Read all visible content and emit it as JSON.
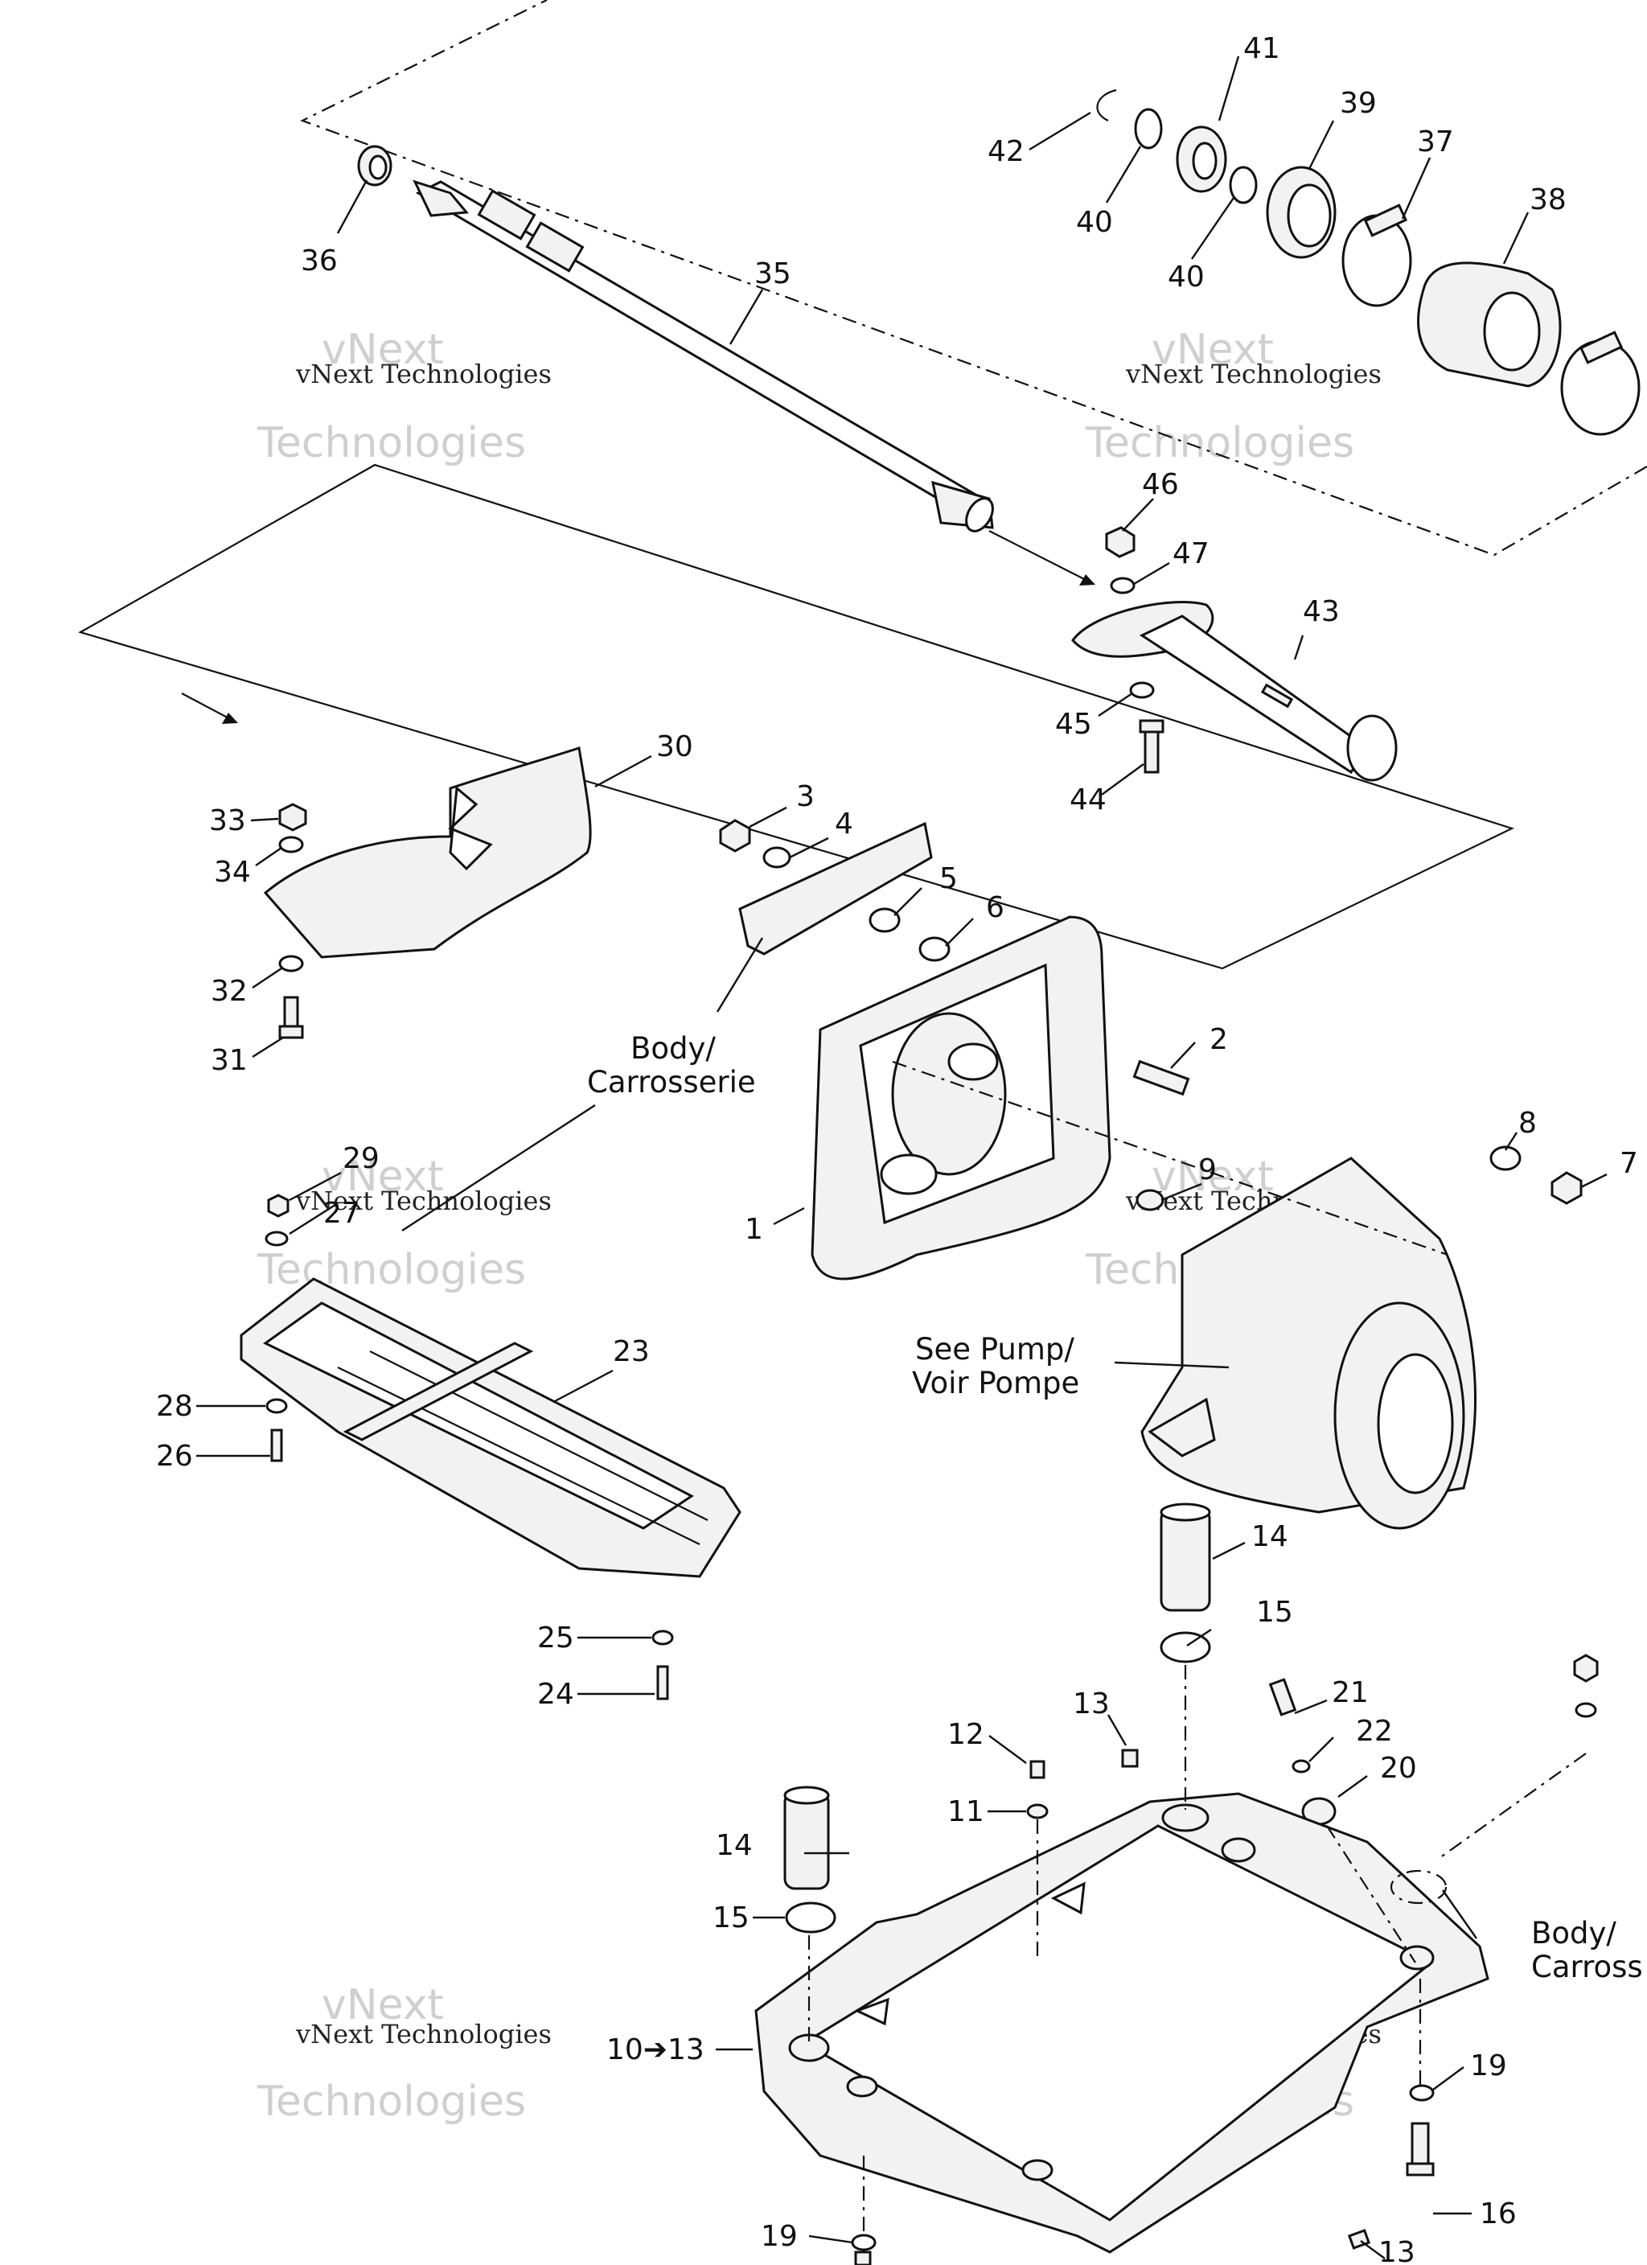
{
  "callouts": {
    "n41": "41",
    "n39": "39",
    "n37": "37",
    "n38": "38",
    "n42": "42",
    "n40a": "40",
    "n40b": "40",
    "n36": "36",
    "n35": "35",
    "n46": "46",
    "n47": "47",
    "n43": "43",
    "n45": "45",
    "n44": "44",
    "n30": "30",
    "n33": "33",
    "n34": "34",
    "n32": "32",
    "n31": "31",
    "n3": "3",
    "n4": "4",
    "n5": "5",
    "n6": "6",
    "n2": "2",
    "n1": "1",
    "n8": "8",
    "n7": "7",
    "n9": "9",
    "n29": "29",
    "n27": "27",
    "n23": "23",
    "n28": "28",
    "n26": "26",
    "n25": "25",
    "n24": "24",
    "n14a": "14",
    "n15a": "15",
    "n14b": "14",
    "n15b": "15",
    "n13a": "13",
    "n12": "12",
    "n11": "11",
    "n21": "21",
    "n22": "22",
    "n20": "20",
    "n10_13": "10➔13",
    "n19a": "19",
    "n16": "16",
    "n19b": "19",
    "n13b": "13"
  },
  "labels": {
    "body_mid_line1": "Body/",
    "body_mid_line2": "Carrosserie",
    "pump_line1": "See Pump/",
    "pump_line2": "Voir Pompe",
    "body_right_line1": "Body/",
    "body_right_line2": "Carross"
  },
  "watermarks": {
    "line1": "vNext Technologies",
    "line2": "Technologies",
    "line3": "vNext"
  }
}
